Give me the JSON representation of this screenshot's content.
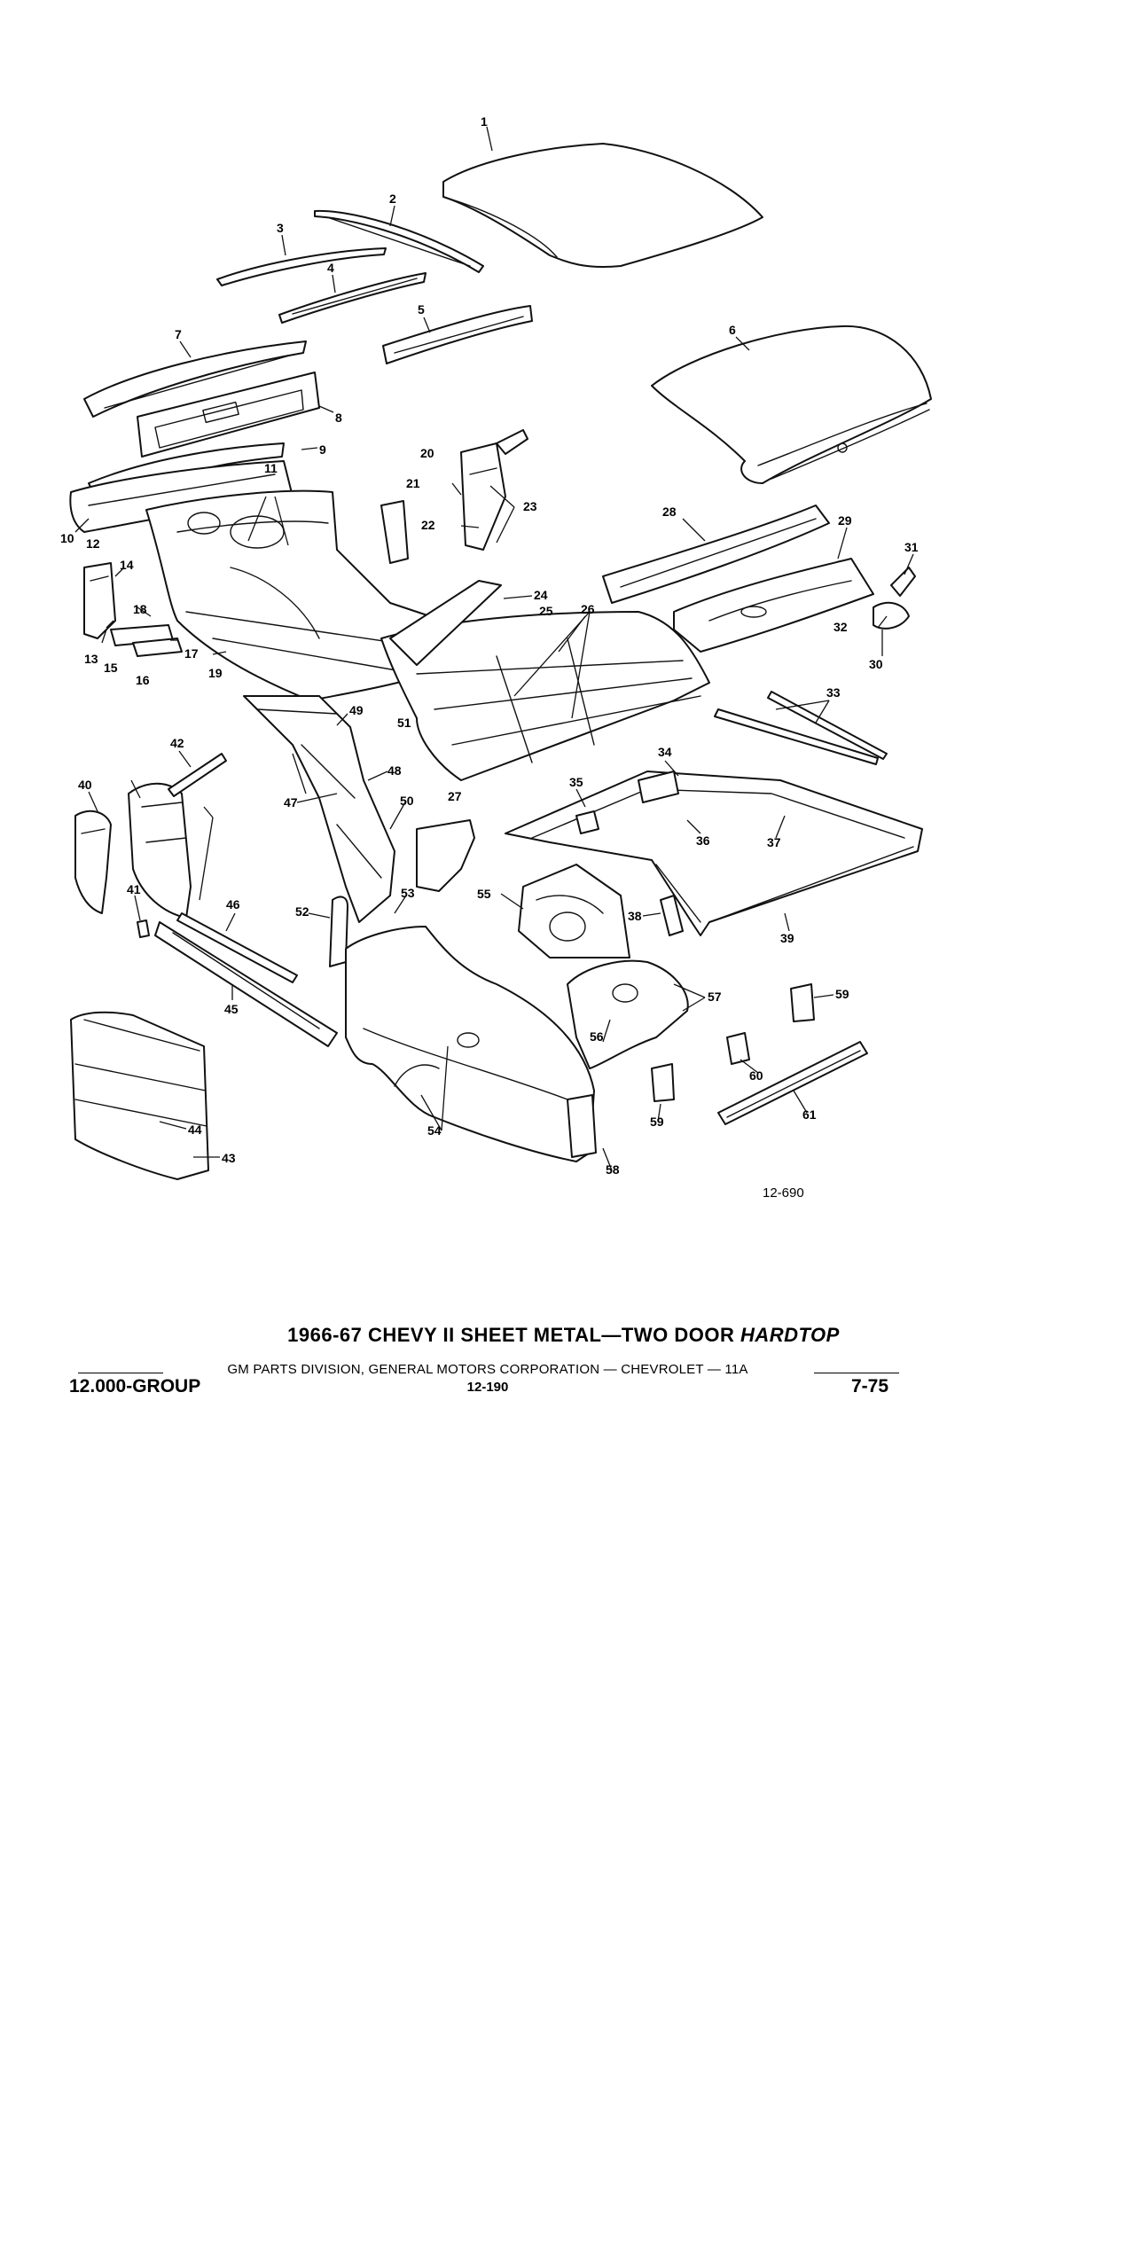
{
  "diagram": {
    "ref_number": "12-690",
    "callouts": [
      "1",
      "2",
      "3",
      "4",
      "5",
      "6",
      "7",
      "8",
      "9",
      "10",
      "11",
      "12",
      "13",
      "14",
      "15",
      "16",
      "17",
      "18",
      "19",
      "20",
      "21",
      "22",
      "23",
      "24",
      "25",
      "26",
      "27",
      "28",
      "29",
      "30",
      "31",
      "32",
      "33",
      "34",
      "35",
      "36",
      "37",
      "38",
      "39",
      "40",
      "41",
      "42",
      "43",
      "44",
      "45",
      "46",
      "47",
      "48",
      "49",
      "50",
      "51",
      "52",
      "53",
      "54",
      "55",
      "56",
      "57",
      "58",
      "59",
      "60",
      "61"
    ]
  },
  "footer": {
    "title_main": "1966-67 CHEVY II SHEET METAL—TWO DOOR ",
    "title_italic": "HARDTOP",
    "subtitle": "GM PARTS DIVISION, GENERAL MOTORS CORPORATION — CHEVROLET — 11A",
    "group": "12.000-GROUP",
    "page_number": "12-190",
    "date": "7-75"
  }
}
